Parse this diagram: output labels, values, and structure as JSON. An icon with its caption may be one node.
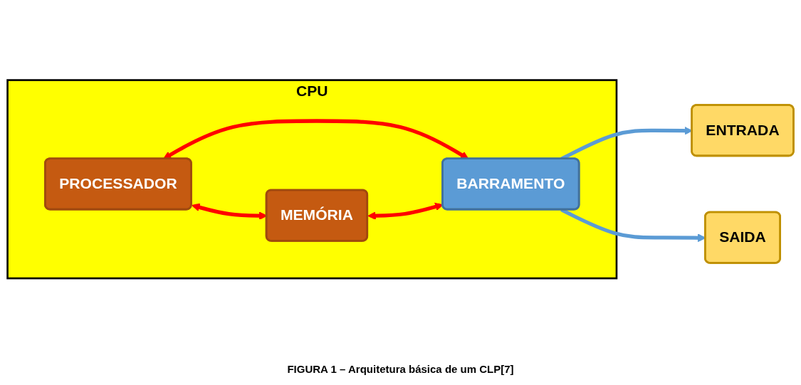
{
  "diagram": {
    "caption": "FIGURA 1 – Arquitetura básica de um CLP[7]",
    "nodes": [
      {
        "text": [
          "ENTRADA"
        ]
      },
      {
        "text": [
          "CPU"
        ]
      },
      {
        "text": [
          "PROCESSADOR"
        ],
        "in": 1
      },
      {
        "text": [
          "MEMÓRIA"
        ],
        "in": 1
      },
      {
        "text": [
          "BARRAMENTO"
        ],
        "in": 1
      },
      {
        "text": [
          "SAIDA"
        ]
      }
    ],
    "edges": [
      {
        "from": 2,
        "to": 3,
        "arrow": "both",
        "color": "#ff0000"
      },
      {
        "from": 2,
        "to": 4,
        "arrow": "both",
        "color": "#ff0000"
      },
      {
        "from": 3,
        "to": 4,
        "arrow": "both",
        "color": "#ff0000"
      },
      {
        "from": 4,
        "to": 0,
        "arrow": "to",
        "color": "#5b9bd5"
      },
      {
        "from": 4,
        "to": 5,
        "arrow": "to",
        "color": "#5b9bd5"
      }
    ]
  }
}
